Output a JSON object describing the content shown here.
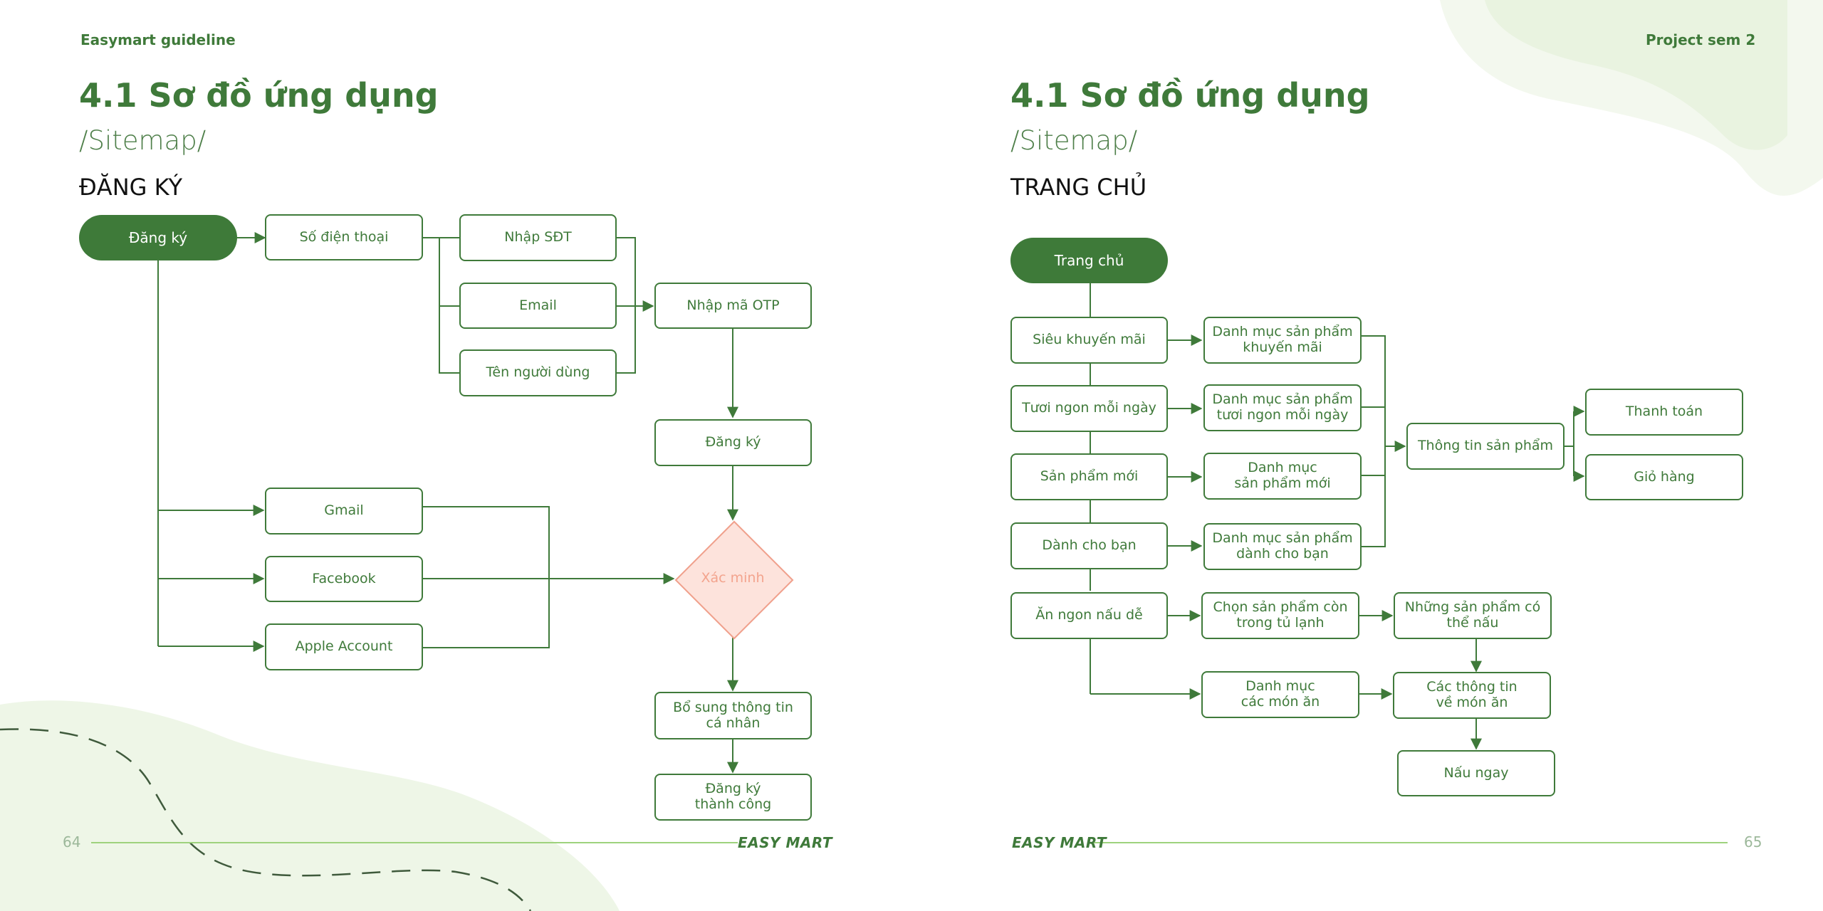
{
  "colors": {
    "brand_green": "#3f7a3a",
    "pale_green": "#eef6e7",
    "salmon": "#f0a08c",
    "rule": "#9ed27d"
  },
  "left": {
    "header": "Easymart guideline",
    "title": "4.1 Sơ đồ ứng dụng",
    "subtitle": "/Sitemap/",
    "section": "ĐĂNG KÝ",
    "page_number": "64",
    "logo": "EASY MART",
    "nodes": {
      "dang_ky_start": "Đăng ký",
      "so_dien_thoai": "Số điện thoại",
      "nhap_sdt": "Nhập SĐT",
      "email": "Email",
      "ten_nguoi_dung": "Tên người dùng",
      "nhap_ma_otp": "Nhập mã OTP",
      "dang_ky": "Đăng ký",
      "gmail": "Gmail",
      "facebook": "Facebook",
      "apple_account": "Apple Account",
      "xac_minh": "Xác minh",
      "bo_sung": "Bổ sung thông tin\ncá nhân",
      "dang_ky_thanh_cong": "Đăng ký\nthành công"
    }
  },
  "right": {
    "header": "Project sem 2",
    "title": "4.1 Sơ đồ ứng dụng",
    "subtitle": "/Sitemap/",
    "section": "TRANG CHỦ",
    "page_number": "65",
    "logo": "EASY MART",
    "nodes": {
      "trang_chu": "Trang chủ",
      "sieu_khuyen_mai": "Siêu khuyến mãi",
      "tuoi_ngon": "Tươi ngon mỗi ngày",
      "san_pham_moi": "Sản phẩm mới",
      "danh_cho_ban": "Dành cho bạn",
      "an_ngon": "Ăn ngon nấu dễ",
      "dm_khuyen_mai": "Danh mục sản phẩm\nkhuyến mãi",
      "dm_tuoi_ngon": "Danh mục sản phẩm\ntươi ngon mỗi ngày",
      "dm_moi": "Danh mục\nsản phẩm mới",
      "dm_danh_cho_ban": "Danh mục sản phẩm\ndành cho bạn",
      "thong_tin_san_pham": "Thông tin sản phẩm",
      "thanh_toan": "Thanh toán",
      "gio_hang": "Giỏ hàng",
      "chon_san_pham": "Chọn sản phẩm còn\ntrong tủ lạnh",
      "nhung_san_pham": "Những sản phẩm có\nthể nấu",
      "dm_mon_an": "Danh mục\ncác món ăn",
      "thong_tin_mon_an": "Các thông tin\nvề món ăn",
      "nau_ngay": "Nấu ngay"
    }
  }
}
